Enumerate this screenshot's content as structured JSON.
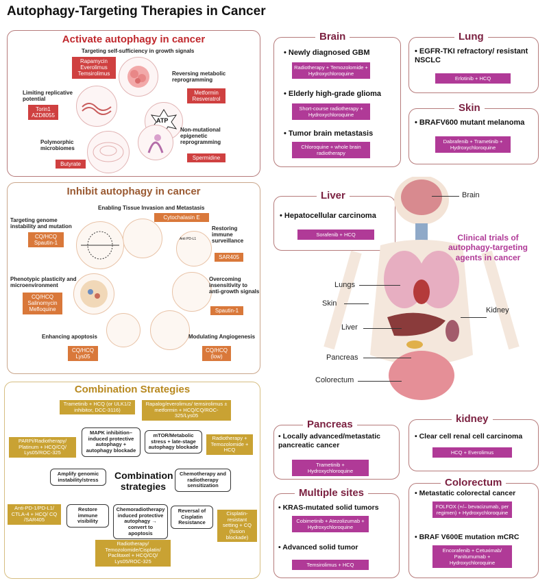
{
  "title": "Autophagy-Targeting Therapies in Cancer",
  "activate": {
    "title": "Activate autophagy in cancer",
    "growth": "Targeting self-sufficiency in growth signals",
    "growth_drugs": "Rapamycin\nEverolimus\nTemsirolimus",
    "metabolic": "Reversing metabolic reprogramming",
    "metabolic_drugs": "Metformin\nResveratrol",
    "atp": "ATP",
    "replicative": "Limiting replicative potential",
    "replicative_drugs": "Torin1\nAZD8055",
    "epigenetic": "Non-mutational epigenetic reprogramming",
    "epigenetic_drugs": "Spermidine",
    "microbiomes": "Polymorphic microbiomes",
    "microbiomes_drugs": "Butyrate"
  },
  "inhibit": {
    "title": "Inhibit autophagy in cancer",
    "invasion": "Enabling Tissue Invasion and Metastasis",
    "invasion_drugs": "Cytochalasin E",
    "genome": "Targeting genome instability and mutation",
    "genome_drugs": "CQ/HCQ\nSpautin-1",
    "immune": "Restoring immune surveillance",
    "immune_drugs": "SAR405",
    "antipdl1": "Anti PD-L1",
    "plasticity": "Phenotypic plasticity and microenvironment",
    "plasticity_drugs": "CQ/HCQ\nSalinomycin\nMefloquine",
    "antigrowth": "Overcoming insensitivity to anti-growth signals",
    "antigrowth_drugs": "Spautin-1",
    "apoptosis": "Enhancing apoptosis",
    "apoptosis_drugs": "CQ/HCQ\nLys05",
    "angiogenesis": "Modulating Angiogenesis",
    "angiogenesis_drugs": "CQ/HCQ\n(low)"
  },
  "combination": {
    "title": "Combination Strategies",
    "center": "Combination strategies",
    "box_trametinib": "Trametinib + HCQ (or ULK1/2 inhibitor, DCC-3116)",
    "box_rapalog": "Rapalog/everolimus/ temsirolimus ± metformin + HCQ/CQ/ROC-325/Lys05",
    "box_parp": "PARPi/Radiotherapy/ Platinum + HCQ/CQ/ Lys05/ROC-325",
    "box_mapk": "MAPK inhibition–induced protective autophagy + autophagy blockade",
    "box_mtor": "mTOR/Metabolic stress + late-stage autophagy blockade",
    "box_radio_tmz": "Radiotherapy + Temozolomide + HCQ",
    "box_amplify": "Amplify genomic instability/stress",
    "box_chemo_sens": "Chemotherapy and radiotherapy sensitization",
    "box_antipd1": "Anti-PD-1/PD-L1/ CTLA-4 + HCQ/ CQ /SAR405",
    "box_restore": "Restore immune visibility",
    "box_chemorad": "Chemoradiotherapy induced protective autophagy → convert to apoptosis",
    "box_cisplatin_rev": "Reversal of Cisplatin Resistance",
    "box_cisplatin_set": "Cisplatin-resistant setting + CQ (fusion blockade)",
    "box_bottom": "Radiotherapy/ Temozolomide/Cisplatin/ Paclitaxel + HCQ/CQ/ Lys05/ROC-325"
  },
  "brain": {
    "title": "Brain",
    "items": [
      {
        "name": "Newly diagnosed GBM",
        "therapy": "Radiotherapy + Temozolomide + Hydroxychloroquine"
      },
      {
        "name": "Elderly high-grade glioma",
        "therapy": "Short-course radiotherapy + Hydroxychloroquine"
      },
      {
        "name": "Tumor brain metastasis",
        "therapy": "Chloroquine + whole brain radiotherapy"
      }
    ]
  },
  "lung": {
    "title": "Lung",
    "name": "EGFR-TKI refractory/ resistant NSCLC",
    "therapy": "Erlotinib + HCQ"
  },
  "skin": {
    "title": "Skin",
    "name": "BRAFV600 mutant melanoma",
    "therapy": "Dabrafenib + Trametinib + Hydroxychloroquine"
  },
  "liver": {
    "title": "Liver",
    "name": "Hepatocellular carcinoma",
    "therapy": "Sorafenib + HCQ"
  },
  "body": {
    "caption": "Clinical trials of autophagy-targeting agents in cancer",
    "labels": {
      "brain": "Brain",
      "lungs": "Lungs",
      "skin": "Skin",
      "kidney": "Kidney",
      "liver": "Liver",
      "pancreas": "Pancreas",
      "colorectum": "Colorectum"
    }
  },
  "pancreas": {
    "title": "Pancreas",
    "name": "Locally advanced/metastatic pancreatic cancer",
    "therapy": "Trametinib + Hydroxychloroquine"
  },
  "kidney": {
    "title": "kidney",
    "name": "Clear cell renal cell carcinoma",
    "therapy": "HCQ + Everolimus"
  },
  "multiple": {
    "title": "Multiple sites",
    "items": [
      {
        "name": "KRAS-mutated solid tumors",
        "therapy": "Cobimetinib + Atezolizumab + Hydroxychloroquine"
      },
      {
        "name": "Advanced solid tumor",
        "therapy": "Temsirolimus + HCQ"
      }
    ]
  },
  "colorectum": {
    "title": "Colorectum",
    "items": [
      {
        "name": "Metastatic colorectal cancer",
        "therapy": "FOLFOX (+/– bevacizumab, per regimen) + Hydroxychloroquine"
      },
      {
        "name": "BRAF V600E mutation mCRC",
        "therapy": "Encorafenib + Cetuximab/ Panitumumab + Hydroxychloroquine"
      }
    ]
  }
}
